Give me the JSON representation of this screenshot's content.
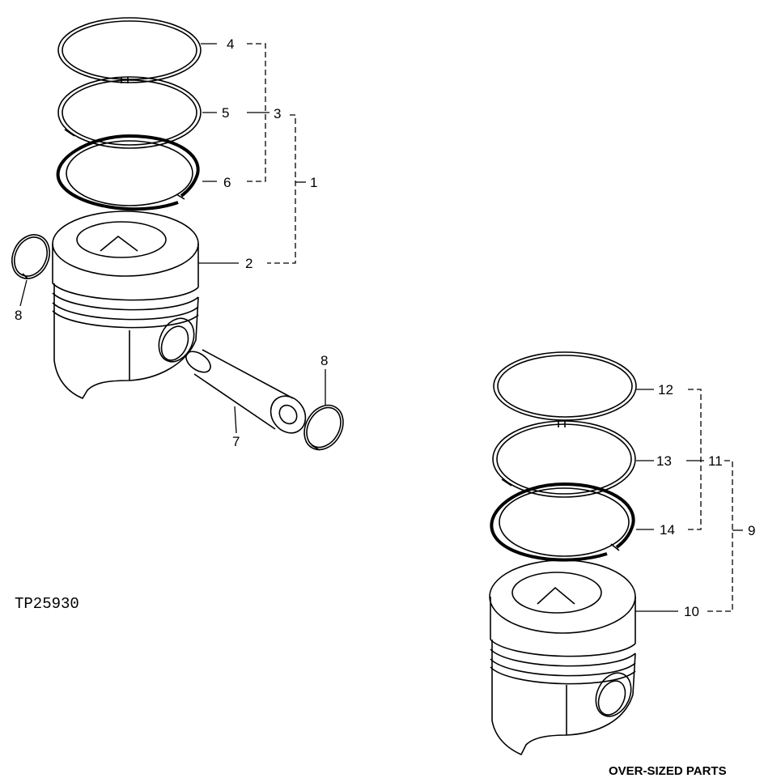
{
  "figure_code": "TP25930",
  "caption": "OVER-SIZED PARTS",
  "callouts": {
    "c1": "1",
    "c2": "2",
    "c3": "3",
    "c4": "4",
    "c5": "5",
    "c6": "6",
    "c7": "7",
    "c8a": "8",
    "c8b": "8",
    "c9": "9",
    "c10": "10",
    "c11": "11",
    "c12": "12",
    "c13": "13",
    "c14": "14"
  }
}
